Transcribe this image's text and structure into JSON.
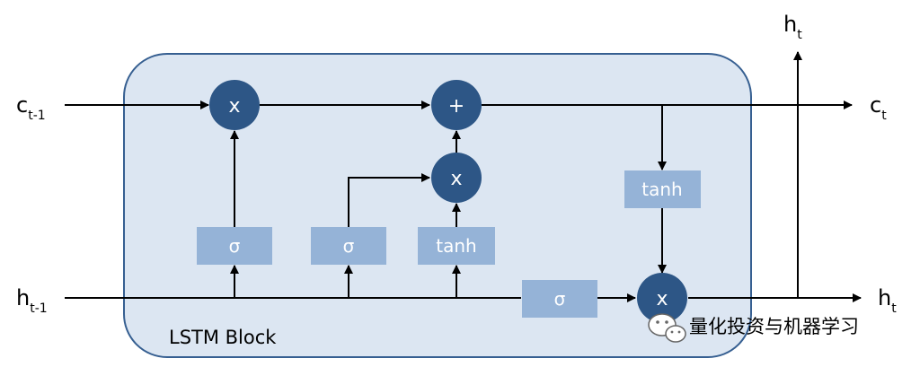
{
  "diagram": {
    "block_label": "LSTM Block",
    "inputs": {
      "c_prev": {
        "base": "c",
        "sub": "t-1"
      },
      "h_prev": {
        "base": "h",
        "sub": "t-1"
      }
    },
    "outputs": {
      "c_next": {
        "base": "c",
        "sub": "t"
      },
      "h_next": {
        "base": "h",
        "sub": "t"
      },
      "h_top": {
        "base": "h",
        "sub": "t"
      }
    },
    "ops": {
      "forget_multiply": "x",
      "cell_add": "+",
      "input_multiply": "x",
      "output_multiply": "x"
    },
    "gates": {
      "forget_gate": "σ",
      "input_gate": "σ",
      "candidate": "tanh",
      "cell_tanh": "tanh",
      "output_gate": "σ"
    },
    "colors": {
      "block_fill": "#dce6f2",
      "block_stroke": "#365f91",
      "op_fill": "#2d5686",
      "gate_fill": "#95b3d7"
    }
  },
  "watermark": {
    "text": "量化投资与机器学习",
    "icon": "wechat-icon"
  }
}
